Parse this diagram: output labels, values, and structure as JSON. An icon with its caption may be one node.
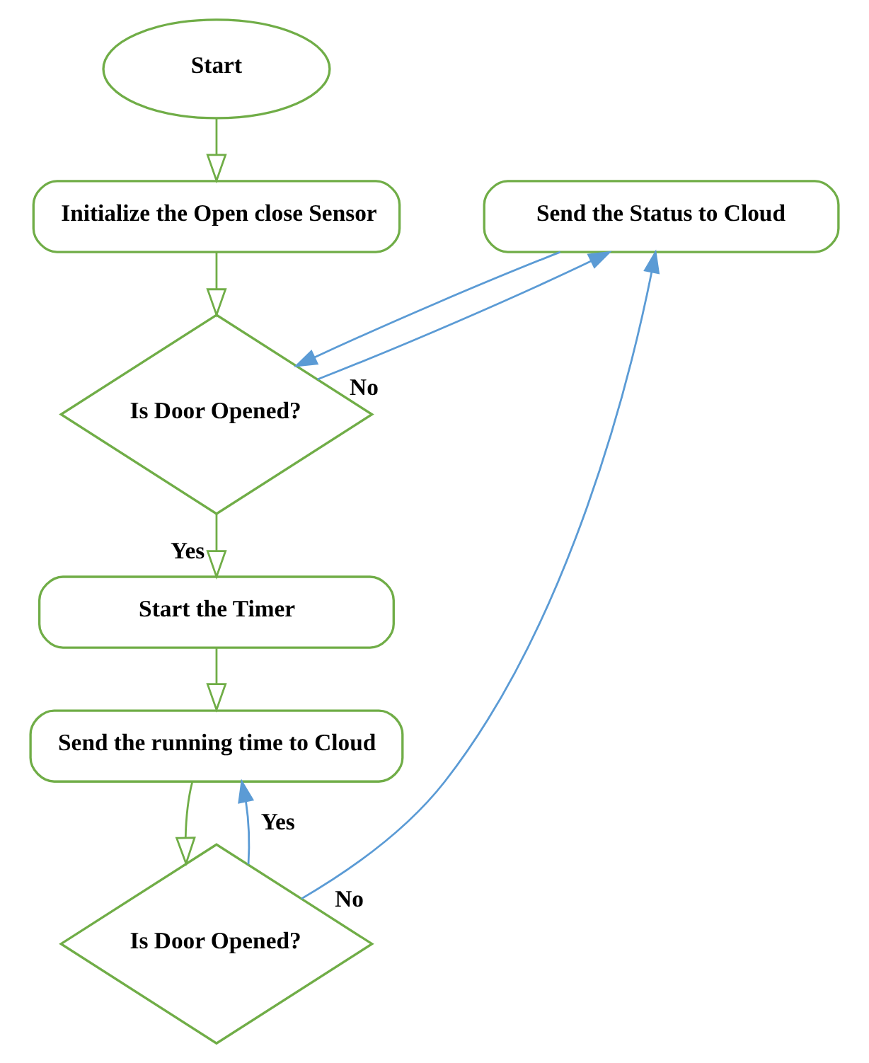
{
  "diagram": {
    "nodes": [
      {
        "text": [
          "Start"
        ]
      },
      {
        "text": [
          "Initialize the Open close Sensor"
        ]
      },
      {
        "text": [
          "Is Door Opened?"
        ]
      },
      {
        "text": [
          "Start the Timer"
        ]
      },
      {
        "text": [
          "Send the running time to Cloud"
        ]
      },
      {
        "text": [
          "Is Door Opened?"
        ]
      },
      {
        "text": [
          "Send the Status to Cloud"
        ]
      }
    ],
    "edges": [
      {
        "from": 0,
        "to": 1,
        "arrow": "to"
      },
      {
        "from": 1,
        "to": 2,
        "arrow": "to"
      },
      {
        "from": 2,
        "to": 3,
        "arrow": "to",
        "label": "Yes"
      },
      {
        "from": 3,
        "to": 4,
        "arrow": "to"
      },
      {
        "from": 4,
        "to": 5,
        "arrow": "to"
      },
      {
        "from": 2,
        "to": 6,
        "arrow": "to",
        "label": "No",
        "color": "#5b9bd5"
      },
      {
        "from": 5,
        "to": 6,
        "arrow": "to",
        "label": "No",
        "color": "#5b9bd5"
      },
      {
        "from": 6,
        "to": 2,
        "arrow": "to",
        "color": "#5b9bd5"
      },
      {
        "from": 5,
        "to": 4,
        "arrow": "to",
        "label": "Yes",
        "color": "#5b9bd5"
      }
    ]
  }
}
